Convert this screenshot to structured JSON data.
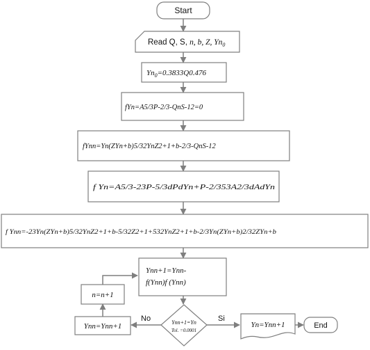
{
  "flowchart": {
    "start": "Start",
    "read_prefix": "Read Q, S, ",
    "read_vars": "n, b, Z, Yn",
    "read_sub": "0",
    "yn0_lhs": "Yn",
    "yn0_sub": "0",
    "yn0_rhs": "=0.3833Q0.476",
    "fyn": "fYn=A5/3P-2/3-QnS-12=0",
    "fynn": "fYnn=Yn(ZYn+b)5/32YnZ2+1+b-2/3-QnS-12",
    "fpyn": "f Yn=A5/3-23P-5/3dPdYn+P-2/353A2/3dAdYn",
    "fpynn": "f Ynn=-23Yn(ZYn+b)5/32YnZ2+1+b-5/32Z2+1+532YnZ2+1+b-2/3Yn(ZYn+b)2/32ZYn+b",
    "update_line1": "Ynn+1=Ynn-",
    "update_line2": "f(Ynn)f (Ynn)",
    "decision_line1": "Ynn+1=Yn",
    "decision_line2": "Tol. =0.0001",
    "no_label": "No",
    "si_label": "Si",
    "assign_yn": "Ynn=Ynn+1",
    "increment_n": "n=n+1",
    "output_yn": "Yn=Ynn+1",
    "end": "End"
  }
}
